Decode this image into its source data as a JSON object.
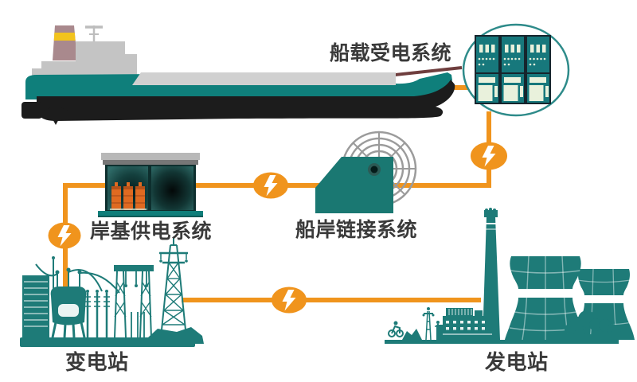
{
  "diagram": {
    "labels": {
      "ship_system": "船载受电系统",
      "shore_supply_system": "岸基供电系统",
      "ship_shore_connection": "船岸链接系统",
      "substation": "变电站",
      "power_plant": "发电站"
    },
    "flow_order": [
      "发电站",
      "变电站",
      "岸基供电系统",
      "船岸链接系统",
      "船载受电系统"
    ],
    "icons": {
      "lightning": "power-transfer-bolt"
    },
    "colors": {
      "accent_orange": "#F0941D",
      "silhouette_teal": "#1E7B78",
      "ship_hull_teal": "#0F7F7B",
      "ship_bottom_black": "#1C1C1C",
      "cabinet_teal": "#17787C",
      "cabinet_light": "#E9F1DC",
      "transformer_orange": "#DF6A21",
      "funnel_mauve": "#A9898D",
      "funnel_yellow": "#F2C31D",
      "reel_gray": "#9B9B9B",
      "label_text": "#3A3A3A"
    }
  }
}
